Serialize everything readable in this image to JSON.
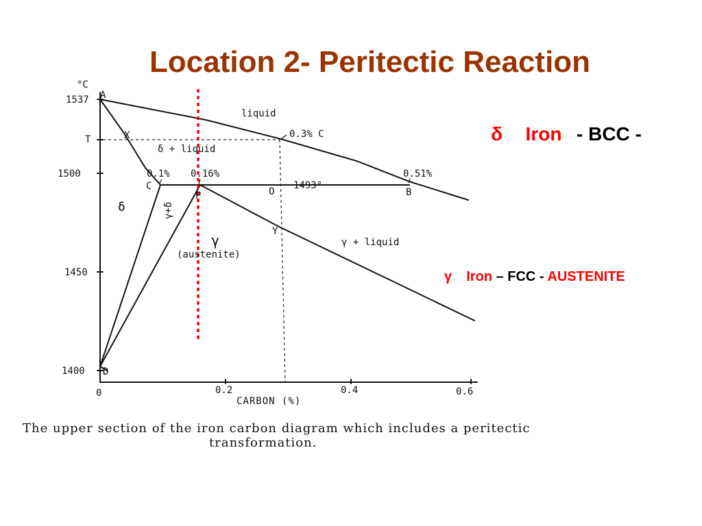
{
  "slide": {
    "title": "Location 2- Peritectic Reaction",
    "delta_note": {
      "symbol": "δ",
      "word": "Iron",
      "rest": "- BCC -"
    },
    "gamma_note": {
      "symbol": "γ",
      "word": "Iron",
      "mid": "– FCC -",
      "end": "AUSTENITE"
    },
    "caption_line1": "The upper section of the iron carbon diagram which includes a peritectic",
    "caption_line2": "transformation."
  },
  "colors": {
    "title": "#993300",
    "accent_red": "#ff0000",
    "marker": "#ff0000"
  },
  "diagram": {
    "y_unit": "°C",
    "y_ticks": [
      "1537",
      "T",
      "1500",
      "1450",
      "1400"
    ],
    "x_ticks": [
      "0",
      "0.2",
      "0.4",
      "0.6"
    ],
    "x_label": "CARBON (%)",
    "points": {
      "A": "A",
      "X": "X",
      "C": "C",
      "P": "P",
      "O": "O",
      "B": "B",
      "Y": "Y",
      "D": "D"
    },
    "labels": {
      "liquid": "liquid",
      "delta_liquid": "δ + liquid",
      "delta": "δ",
      "gamma_delta": "γ+δ",
      "gamma": "γ",
      "austenite": "(austenite)",
      "gamma_liquid": "γ + liquid",
      "c_01": "0.1%",
      "p_016": "0.16%",
      "c_03": "0.3% C",
      "b_051": "0.51%",
      "temp_1493": "1493°"
    }
  }
}
